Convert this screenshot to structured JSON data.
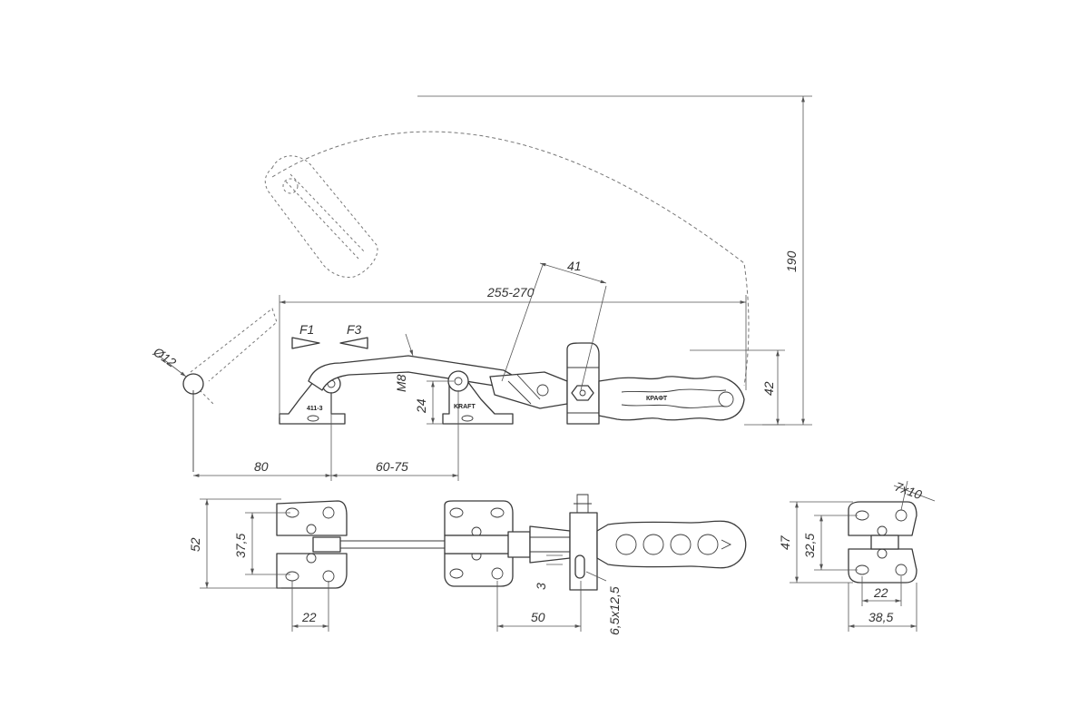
{
  "dimensions": {
    "sweep_height": "190",
    "overall_length": "255-270",
    "handle_offset": "41",
    "handle_height": "42",
    "pivot_diameter": "Ø12",
    "bolt_thread": "M8",
    "base_height": "24",
    "front_reach": "80",
    "stroke_range": "60-75",
    "plate_outer_width": "52",
    "plate_hole_pitch": "37,5",
    "plate_hole_spacing": "22",
    "rear_hole_spacing": "50",
    "gap": "3",
    "slot_size": "6,5x12,5",
    "catch_outer_width": "47",
    "catch_hole_pitch": "32,5",
    "catch_slot": "7x10",
    "catch_hole_spacing": "22",
    "catch_plate_length": "38,5"
  },
  "forces": {
    "f1": "F1",
    "f3": "F3"
  },
  "markings": {
    "model": "411-3",
    "brand_stamp": "KRAFT",
    "grip_brand": "КРАФТ"
  }
}
